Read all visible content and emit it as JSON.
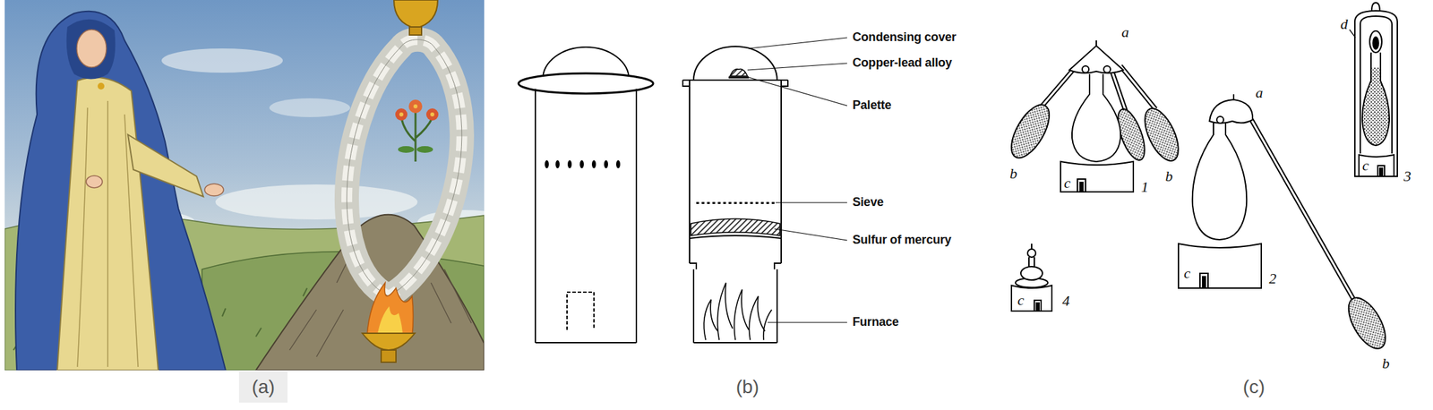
{
  "diagram": {
    "labels": [
      "(a)",
      "Condensing cover",
      "Copper-lead alloy",
      "Palette",
      "Sieve",
      "Sulfur of mercury",
      "Furnace",
      "(b)",
      "a",
      "b",
      "b",
      "c",
      "1",
      "c",
      "4",
      "a",
      "c",
      "2",
      "b",
      "d",
      "c",
      "3",
      "(c)"
    ]
  }
}
